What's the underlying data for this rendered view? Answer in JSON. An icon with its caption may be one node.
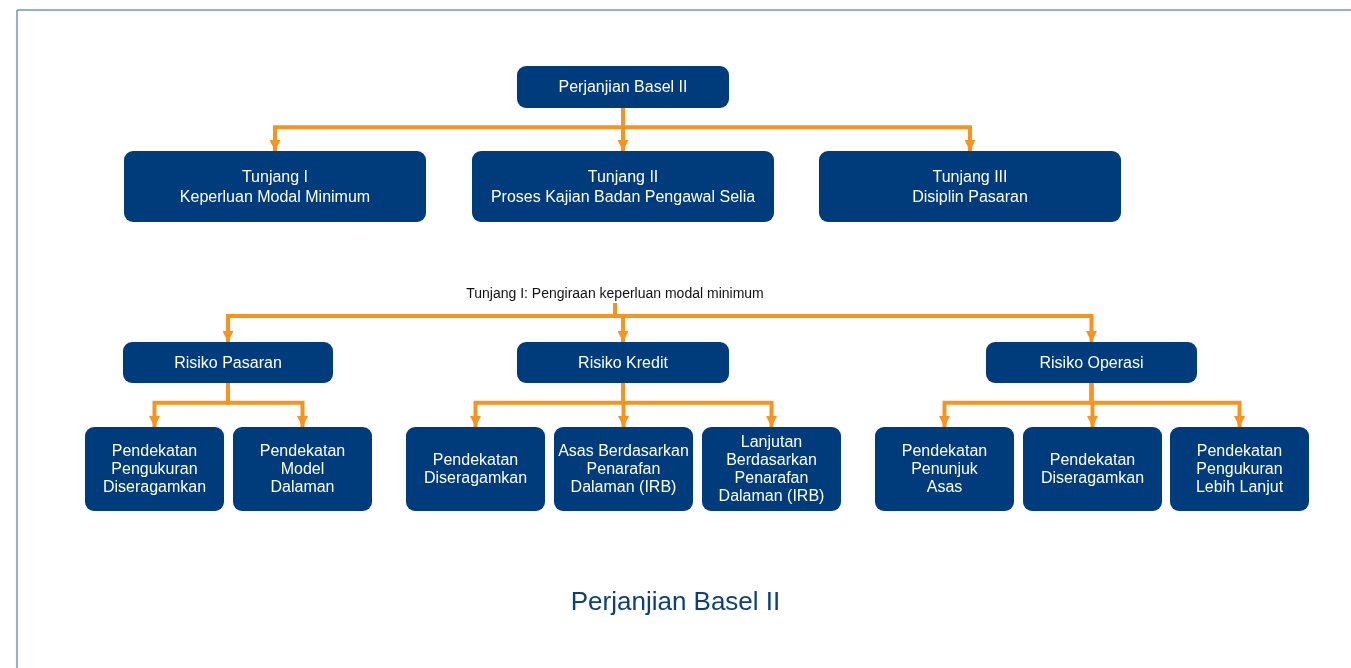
{
  "diagram": {
    "caption": "Perjanjian Basel II",
    "nodes": [
      {
        "text": [
          "Perjanjian Basel II"
        ]
      },
      {
        "text": [
          "Tunjang I",
          "Keperluan Modal Minimum"
        ]
      },
      {
        "text": [
          "Tunjang II",
          "Proses Kajian Badan Pengawal Selia"
        ]
      },
      {
        "text": [
          "Tunjang III",
          "Disiplin Pasaran"
        ]
      },
      {
        "text": [
          "Tunjang I: Pengiraan keperluan modal minimum"
        ]
      },
      {
        "text": [
          "Risiko Pasaran"
        ]
      },
      {
        "text": [
          "Risiko Kredit"
        ]
      },
      {
        "text": [
          "Risiko Operasi"
        ]
      },
      {
        "text": [
          "Pendekatan Pengukuran Diseragamkan"
        ]
      },
      {
        "text": [
          "Pendekatan Model Dalaman"
        ]
      },
      {
        "text": [
          "Pendekatan Diseragamkan"
        ]
      },
      {
        "text": [
          "Asas Berdasarkan Penarafan Dalaman (IRB)"
        ]
      },
      {
        "text": [
          "Lanjutan Berdasarkan Penarafan Dalaman (IRB)"
        ]
      },
      {
        "text": [
          "Pendekatan Penunjuk Asas"
        ]
      },
      {
        "text": [
          "Pendekatan Diseragamkan"
        ]
      },
      {
        "text": [
          "Pendekatan Pengukuran Lebih Lanjut"
        ]
      }
    ],
    "edges": [
      {
        "from": 0,
        "to": 1,
        "arrow": "to"
      },
      {
        "from": 0,
        "to": 2,
        "arrow": "to"
      },
      {
        "from": 0,
        "to": 3,
        "arrow": "to"
      },
      {
        "from": 4,
        "to": 5,
        "arrow": "to"
      },
      {
        "from": 4,
        "to": 6,
        "arrow": "to"
      },
      {
        "from": 4,
        "to": 7,
        "arrow": "to"
      },
      {
        "from": 5,
        "to": 8,
        "arrow": "to"
      },
      {
        "from": 5,
        "to": 9,
        "arrow": "to"
      },
      {
        "from": 6,
        "to": 10,
        "arrow": "to"
      },
      {
        "from": 6,
        "to": 11,
        "arrow": "to"
      },
      {
        "from": 6,
        "to": 12,
        "arrow": "to"
      },
      {
        "from": 7,
        "to": 13,
        "arrow": "to"
      },
      {
        "from": 7,
        "to": 14,
        "arrow": "to"
      },
      {
        "from": 7,
        "to": 15,
        "arrow": "to"
      }
    ]
  }
}
